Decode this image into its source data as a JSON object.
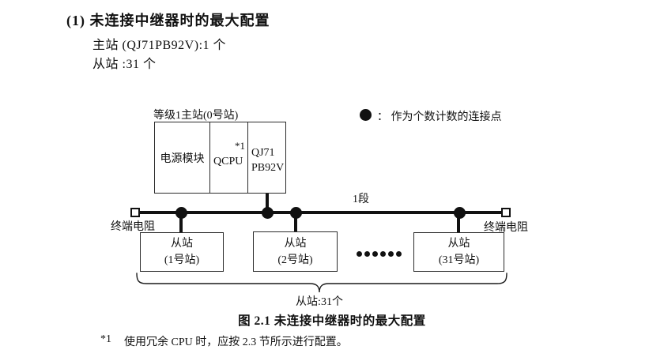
{
  "intro": {
    "heading": "(1) 未连接中继器时的最大配置",
    "master_line": "主站 (QJ71PB92V):1 个",
    "slave_line": "从站 :31 个"
  },
  "diagram": {
    "master_label": "等级1主站(0号站)",
    "modules": {
      "power": "电源模块",
      "cpu": "QCPU",
      "cpu_note": "*1",
      "pb_line1": "QJ71",
      "pb_line2": "PB92V"
    },
    "legend_text": "：  作为个数计数的连接点",
    "segment_label": "1段",
    "terminator_left": "终端电阻",
    "terminator_right": "终端电阻",
    "slaves": [
      {
        "line1": "从站",
        "line2": "(1号站)"
      },
      {
        "line1": "从站",
        "line2": "(2号站)"
      },
      {
        "line1": "从站",
        "line2": "(31号站)"
      }
    ],
    "brace_label": "从站:31个"
  },
  "caption": "图 2.1 未连接中继器时的最大配置",
  "footnote": {
    "marker": "*1",
    "text": "使用冗余 CPU 时，应按 2.3 节所示进行配置。"
  },
  "colors": {
    "ink": "#111111",
    "border": "#2b2b2b",
    "background": "#ffffff"
  }
}
